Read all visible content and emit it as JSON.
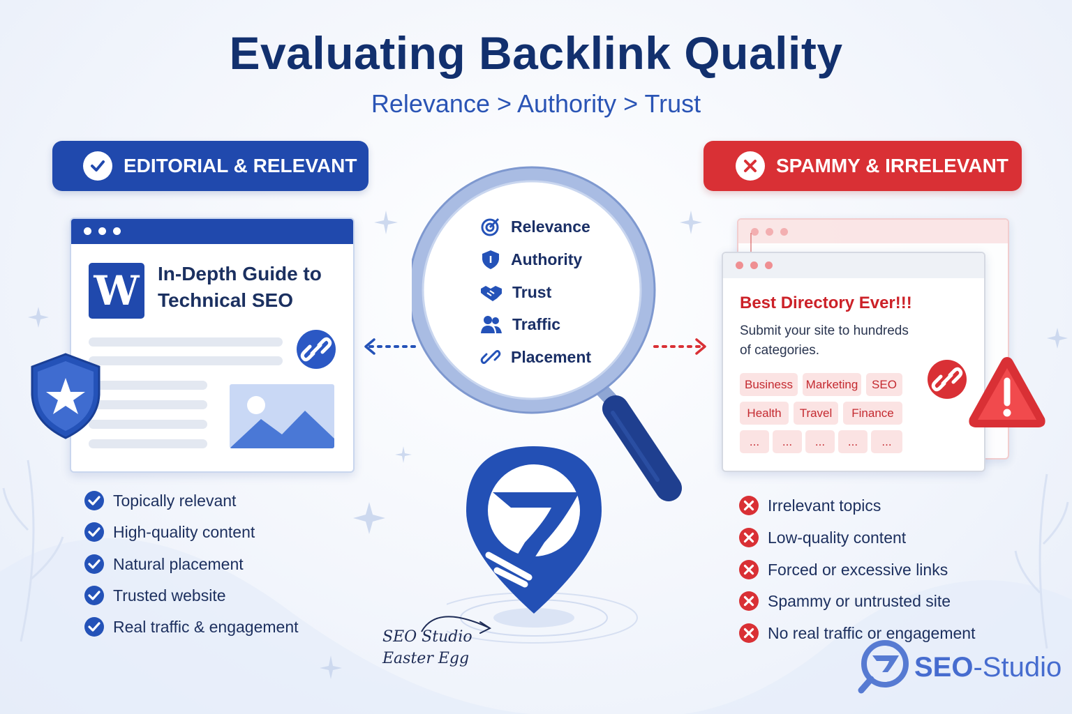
{
  "title": "Evaluating Backlink Quality",
  "subtitle": "Relevance > Authority > Trust",
  "left": {
    "header": "EDITORIAL & RELEVANT",
    "doc_logo_letter": "W",
    "doc_title_line1": "In-Depth Guide to",
    "doc_title_line2": "Technical SEO",
    "items": [
      "Topically relevant",
      "High-quality content",
      "Natural placement",
      "Trusted website",
      "Real traffic & engagement"
    ]
  },
  "right": {
    "header": "SPAMMY & IRRELEVANT",
    "page_title": "Best Directory Ever!!!",
    "page_desc_line1": "Submit your site to hundreds",
    "page_desc_line2": "of categories.",
    "tags": [
      "Business",
      "Marketing",
      "SEO",
      "Health",
      "Travel",
      "Finance",
      "...",
      "...",
      "...",
      "...",
      "..."
    ],
    "items": [
      "Irrelevant topics",
      "Low-quality content",
      "Forced or excessive links",
      "Spammy or untrusted site",
      "No real traffic or engagement"
    ]
  },
  "magnifier": {
    "items": [
      {
        "label": "Relevance",
        "icon": "target-icon"
      },
      {
        "label": "Authority",
        "icon": "shield-icon"
      },
      {
        "label": "Trust",
        "icon": "handshake-icon"
      },
      {
        "label": "Traffic",
        "icon": "users-icon"
      },
      {
        "label": "Placement",
        "icon": "link-icon"
      }
    ]
  },
  "easter_egg_line1": "SEO Studio",
  "easter_egg_line2": "Easter Egg",
  "brand": {
    "part1": "SEO",
    "part2": "-Studio"
  },
  "colors": {
    "primary": "#2049ad",
    "navy": "#12306e",
    "danger": "#d93035",
    "accent": "#2a54b5"
  }
}
